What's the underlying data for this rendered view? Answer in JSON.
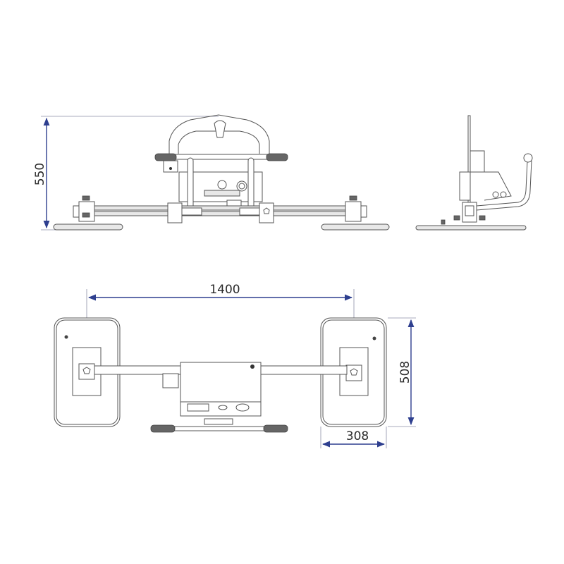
{
  "drawing": {
    "title": "Vacuum lifter technical drawing",
    "views": [
      {
        "name": "front-view"
      },
      {
        "name": "side-view"
      },
      {
        "name": "top-view"
      }
    ],
    "dimensions": {
      "height": "550",
      "length": "1400",
      "pad_height": "508",
      "pad_width": "308"
    },
    "colors": {
      "dimension_line": "#2e3f8f",
      "outline": "#555555",
      "extension_line": "#8c8fa6"
    }
  }
}
